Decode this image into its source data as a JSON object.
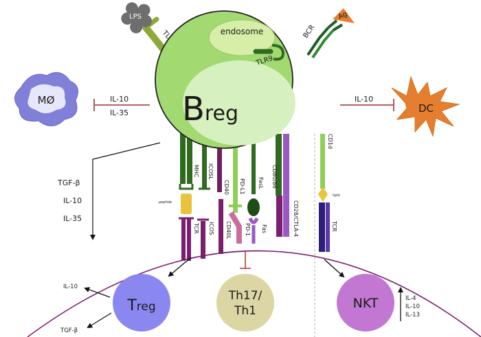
{
  "breg": {
    "main": "B",
    "sub": "reg"
  },
  "endosome": "endosome",
  "tlr4": "TLR4",
  "tlr9": "TLR9",
  "lps": "LPS",
  "bcr": "BCR",
  "ag": "Ag",
  "macrophage": {
    "label": "MØ",
    "cytokines": [
      "IL-10",
      "IL-35"
    ]
  },
  "dendritic_cell": {
    "label": "DC",
    "cytokine": "IL-10"
  },
  "secreted": [
    "TGF-β",
    "IL-10",
    "IL-35"
  ],
  "surface_receptors": [
    "MHC",
    "ICOSL",
    "CD40",
    "PD-L1",
    "FasL",
    "CD80/86",
    "CD1d"
  ],
  "peptide": "peptide",
  "lipid": "lipid",
  "partner_receptors": [
    "TCR",
    "ICOS",
    "CD40L",
    "PD-1",
    "Fas",
    "CD28/CTLA-4",
    "TCR"
  ],
  "treg": {
    "main": "T",
    "sub": "reg",
    "outputs": [
      "IL-10",
      "TGF-β"
    ]
  },
  "th": {
    "line1": "Th17/",
    "line2": "Th1"
  },
  "nkt": {
    "label": "NKT",
    "cytokines": [
      "IL-4",
      "IL-10",
      "IL-13"
    ]
  }
}
